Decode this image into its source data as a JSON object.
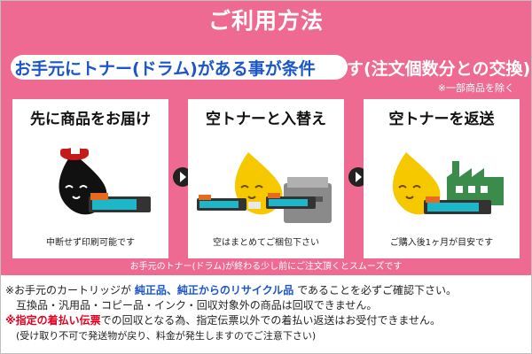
{
  "header": {
    "title": "ご利用方法"
  },
  "condition": {
    "highlight": "お手元にトナー(ドラム)がある事が条件",
    "suffix": "です(注文個数分との交換)",
    "exception": "※一部商品を除く"
  },
  "steps": [
    {
      "title": "先に商品をお届け",
      "caption": "中断せず印刷可能です"
    },
    {
      "title": "空トナーと入替え",
      "caption": "空はまとめてご梱包下さい"
    },
    {
      "title": "空トナーを返送",
      "caption": "ご購入後1ヶ月が目安です"
    }
  ],
  "flow_note": "お手元のトナー(ドラム)が終わる少し前にご注文頂くとスムーズです",
  "notes": {
    "line1_a": "※お手元のカートリッジが",
    "line1_b": "純正品、純正からのリサイクル品",
    "line1_c": "であることを必ずご確認下さい。",
    "line2": "互換品・汎用品・コピー品・インク・回収対象外の商品は回収できません。",
    "line3_a": "※指定の着払い伝票",
    "line3_b": "での回収となる為、指定伝票以外での着払い返送はお受付できません。",
    "line4": "(受け取り不可で発送物が戻り、料金が発生しますのでご注意下さい)"
  },
  "colors": {
    "brand_pink": "#ef6a93",
    "highlight_blue": "#1a56c8",
    "alert_red": "#e4001f",
    "mascot_yellow": "#f5c800"
  }
}
